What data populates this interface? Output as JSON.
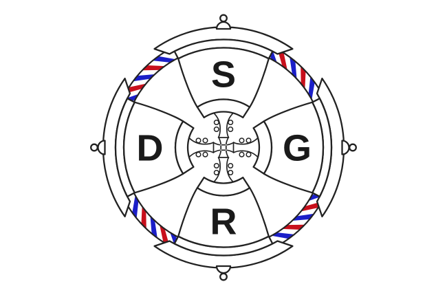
{
  "emblem": {
    "bells": {
      "north": {
        "letter": "S"
      },
      "east": {
        "letter": "G"
      },
      "south": {
        "letter": "R"
      },
      "west": {
        "letter": "D"
      }
    },
    "colors": {
      "outline": "#222222",
      "letters": "#1a1a1a",
      "background": "#ffffff",
      "stripe_red": "#c8101c",
      "stripe_blue": "#1b1fc8",
      "stripe_white": "#ffffff"
    },
    "ring": {
      "quadrant_centers_deg": [
        45,
        135,
        225,
        315
      ],
      "arc_half_span_deg": 16.5,
      "stripe_twist_deg": -7,
      "inner_radius": 146,
      "outer_radius": 163,
      "pattern": [
        "blue",
        "white",
        "red",
        "white",
        "blue",
        "white",
        "red",
        "white",
        "blue"
      ]
    }
  }
}
